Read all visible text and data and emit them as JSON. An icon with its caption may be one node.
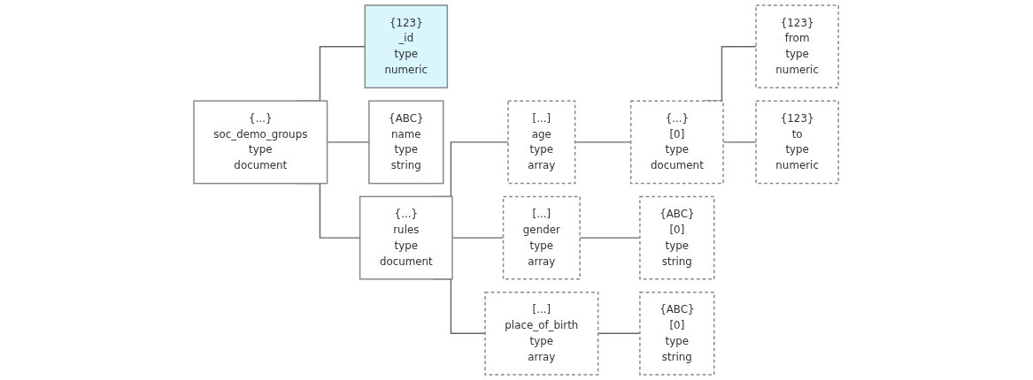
{
  "diagram": {
    "nodes": [
      {
        "text": [
          "{...}",
          "soc_demo_groups",
          "type",
          "document"
        ]
      },
      {
        "text": [
          "{123}",
          "_id",
          "type",
          "numeric"
        ]
      },
      {
        "text": [
          "{ABC}",
          "name",
          "type",
          "string"
        ]
      },
      {
        "text": [
          "{...}",
          "rules",
          "type",
          "document"
        ]
      },
      {
        "text": [
          "[...]",
          "age",
          "type",
          "array"
        ]
      },
      {
        "text": [
          "[...]",
          "gender",
          "type",
          "array"
        ]
      },
      {
        "text": [
          "[...]",
          "place_of_birth",
          "type",
          "array"
        ]
      },
      {
        "text": [
          "{...}",
          "[0]",
          "type",
          "document"
        ]
      },
      {
        "text": [
          "{123}",
          "from",
          "type",
          "numeric"
        ]
      },
      {
        "text": [
          "{123}",
          "to",
          "type",
          "numeric"
        ]
      },
      {
        "text": [
          "{ABC}",
          "[0]",
          "type",
          "string"
        ]
      },
      {
        "text": [
          "{ABC}",
          "[0]",
          "type",
          "string"
        ]
      }
    ],
    "edges": [
      {
        "from": 0,
        "to": 1,
        "arrow": "none"
      },
      {
        "from": 0,
        "to": 2,
        "arrow": "none"
      },
      {
        "from": 0,
        "to": 3,
        "arrow": "none"
      },
      {
        "from": 3,
        "to": 4,
        "arrow": "none"
      },
      {
        "from": 3,
        "to": 5,
        "arrow": "none"
      },
      {
        "from": 3,
        "to": 6,
        "arrow": "none"
      },
      {
        "from": 4,
        "to": 7,
        "arrow": "none"
      },
      {
        "from": 7,
        "to": 8,
        "arrow": "none"
      },
      {
        "from": 7,
        "to": 9,
        "arrow": "none"
      },
      {
        "from": 5,
        "to": 10,
        "arrow": "none"
      },
      {
        "from": 6,
        "to": 11,
        "arrow": "none"
      }
    ]
  }
}
